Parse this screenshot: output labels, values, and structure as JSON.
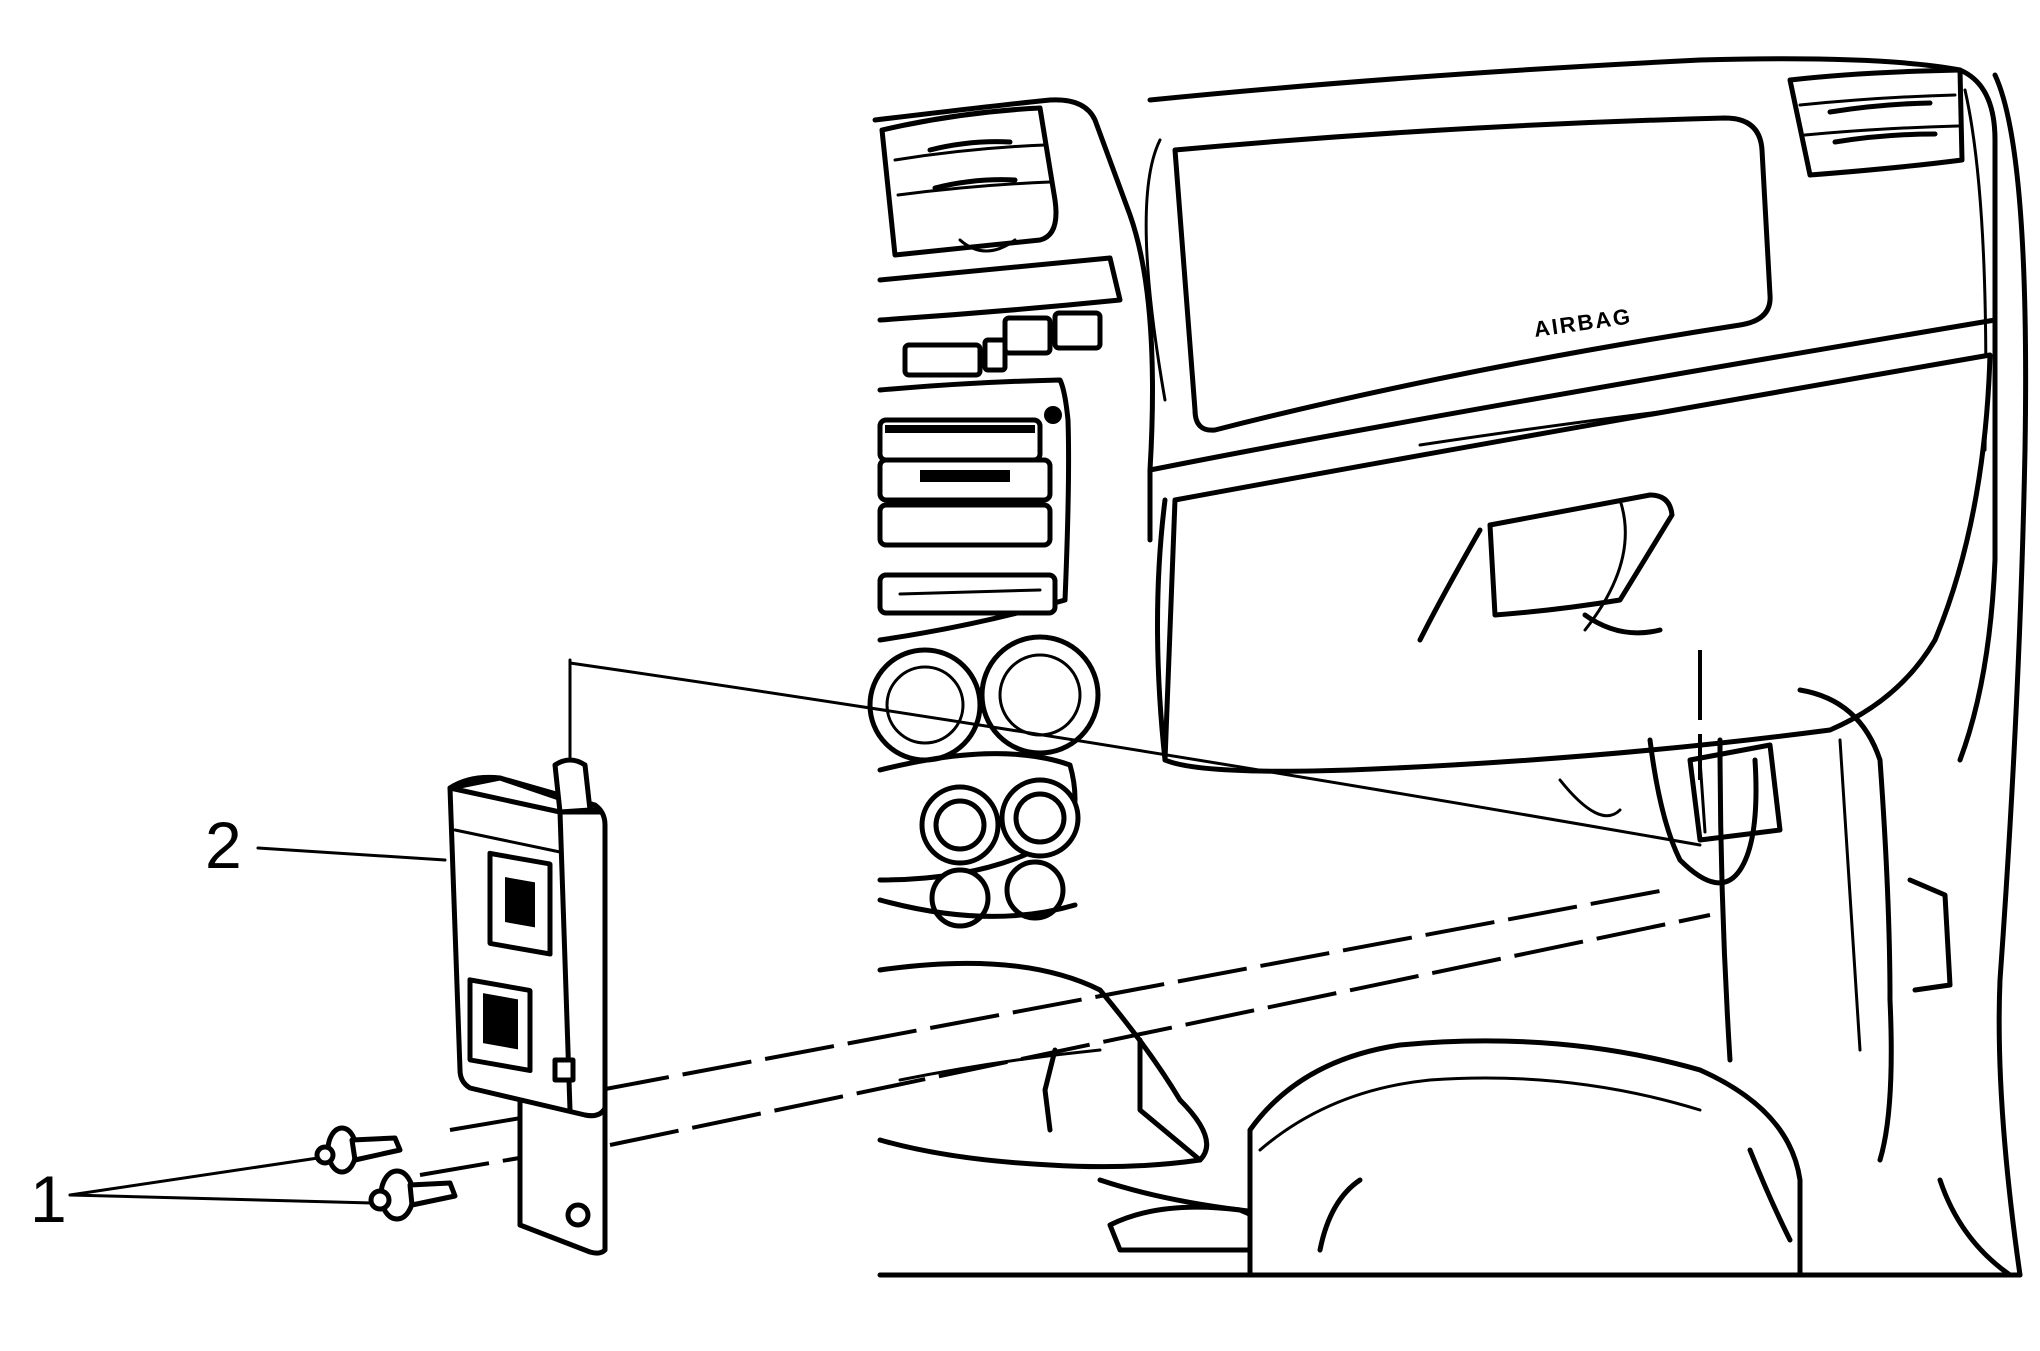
{
  "diagram": {
    "callouts": [
      {
        "id": "1",
        "label": "1"
      },
      {
        "id": "2",
        "label": "2"
      }
    ],
    "panel_text": {
      "airbag": "AIRBAG"
    }
  }
}
